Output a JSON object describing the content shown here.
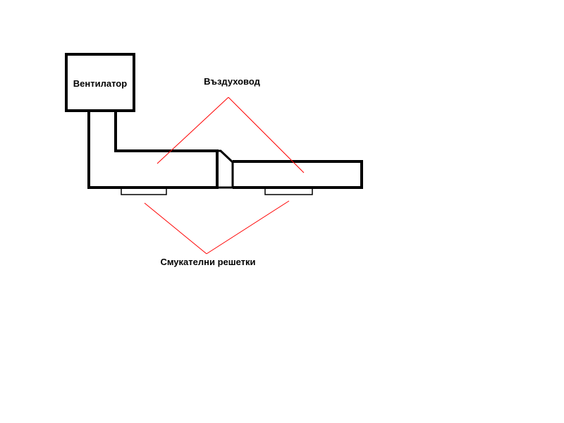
{
  "labels": {
    "fan": "Вентилатор",
    "duct": "Въздуховод",
    "grilles": "Смукателни решетки"
  },
  "colors": {
    "background": "#ffffff",
    "outline": "#000000",
    "pointer_lines": "#ff0000"
  }
}
